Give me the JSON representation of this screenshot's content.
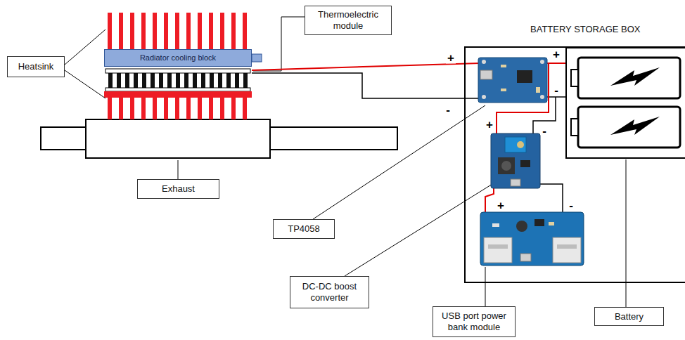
{
  "diagram": {
    "nodes": [
      {
        "text": [
          "Heatsink"
        ]
      },
      {
        "text": [
          "Radiator cooling block"
        ]
      },
      {
        "text": [
          "Thermoelectric module"
        ]
      },
      {
        "text": [
          "BATTERY STORAGE BOX"
        ]
      },
      {
        "text": [
          "Exhaust"
        ]
      },
      {
        "text": [
          "TP4058"
        ]
      },
      {
        "text": [
          "DC-DC boost converter"
        ]
      },
      {
        "text": [
          "USB port power bank module"
        ]
      },
      {
        "text": [
          "Battery"
        ]
      }
    ],
    "labels": [
      "+",
      "-",
      "+",
      "-",
      "+",
      "-",
      "+",
      "-"
    ]
  }
}
